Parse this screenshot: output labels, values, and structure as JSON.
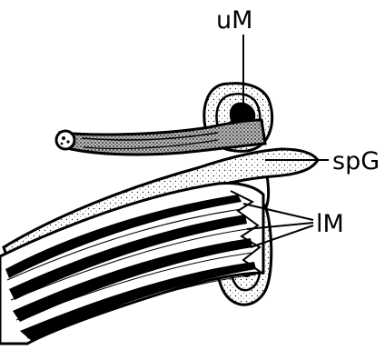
{
  "figure": {
    "labels": {
      "um": "uM",
      "spg": "spG",
      "lm": "lM"
    }
  }
}
